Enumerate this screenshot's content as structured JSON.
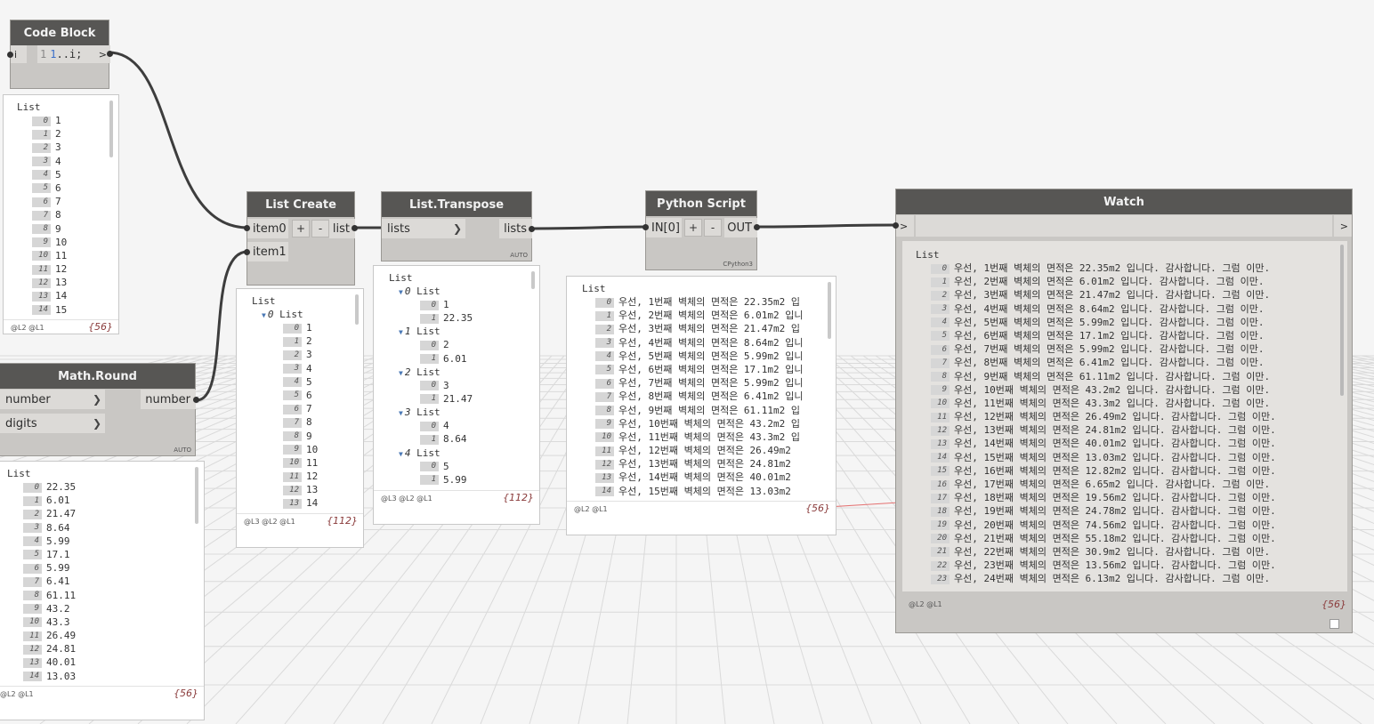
{
  "nodes": {
    "code_block": {
      "title": "Code Block",
      "input": "i",
      "line_no": "1",
      "code_start": "1",
      "code_rest": "..i;",
      "output": ">",
      "preview": {
        "header": "List",
        "rows": [
          "1",
          "2",
          "3",
          "4",
          "5",
          "6",
          "7",
          "8",
          "9",
          "10",
          "11",
          "12",
          "13",
          "14",
          "15"
        ],
        "levels": "@L2 @L1",
        "count": "{56}"
      }
    },
    "math_round": {
      "title": "Math.Round",
      "inputs": [
        "number",
        "digits"
      ],
      "output": "number",
      "lacing": "AUTO",
      "preview": {
        "header": "List",
        "rows": [
          "22.35",
          "6.01",
          "21.47",
          "8.64",
          "5.99",
          "17.1",
          "5.99",
          "6.41",
          "61.11",
          "43.2",
          "43.3",
          "26.49",
          "24.81",
          "40.01",
          "13.03"
        ],
        "levels": "@L2 @L1",
        "count": "{56}"
      }
    },
    "list_create": {
      "title": "List Create",
      "inputs": [
        "item0",
        "item1"
      ],
      "plus": "+",
      "minus": "-",
      "output": "list",
      "preview": {
        "header": "List",
        "sub_header": "List",
        "sub_index": "0",
        "rows": [
          "1",
          "2",
          "3",
          "4",
          "5",
          "6",
          "7",
          "8",
          "9",
          "10",
          "11",
          "12",
          "13",
          "14"
        ],
        "levels": "@L3 @L2 @L1",
        "count": "{112}"
      }
    },
    "list_transpose": {
      "title": "List.Transpose",
      "input": "lists",
      "output": "lists",
      "lacing": "AUTO",
      "preview": {
        "header": "List",
        "groups": [
          {
            "index": "0",
            "label": "List",
            "items": [
              "1",
              "22.35"
            ]
          },
          {
            "index": "1",
            "label": "List",
            "items": [
              "2",
              "6.01"
            ]
          },
          {
            "index": "2",
            "label": "List",
            "items": [
              "3",
              "21.47"
            ]
          },
          {
            "index": "3",
            "label": "List",
            "items": [
              "4",
              "8.64"
            ]
          },
          {
            "index": "4",
            "label": "List",
            "items": [
              "5",
              "5.99"
            ]
          }
        ],
        "levels": "@L3 @L2 @L1",
        "count": "{112}"
      }
    },
    "python_script": {
      "title": "Python Script",
      "input": "IN[0]",
      "plus": "+",
      "minus": "-",
      "output": "OUT",
      "engine": "CPython3",
      "preview": {
        "header": "List",
        "rows": [
          "우선, 1번째 벽체의 면적은 22.35m2 입",
          "우선, 2번째 벽체의 면적은 6.01m2 입니",
          "우선, 3번째 벽체의 면적은 21.47m2 입",
          "우선, 4번째 벽체의 면적은 8.64m2 입니",
          "우선, 5번째 벽체의 면적은 5.99m2 입니",
          "우선, 6번째 벽체의 면적은 17.1m2 입니",
          "우선, 7번째 벽체의 면적은 5.99m2 입니",
          "우선, 8번째 벽체의 면적은 6.41m2 입니",
          "우선, 9번째 벽체의 면적은 61.11m2 입",
          "우선, 10번째 벽체의 면적은 43.2m2 입",
          "우선, 11번째 벽체의 면적은 43.3m2 입",
          "우선, 12번째 벽체의 면적은 26.49m2",
          "우선, 13번째 벽체의 면적은 24.81m2",
          "우선, 14번째 벽체의 면적은 40.01m2",
          "우선, 15번째 벽체의 면적은 13.03m2"
        ],
        "levels": "@L2 @L1",
        "count": "{56}"
      }
    },
    "watch": {
      "title": "Watch",
      "input": ">",
      "output": ">",
      "header": "List",
      "rows": [
        "우선, 1번째 벽체의 면적은 22.35m2 입니다. 감사합니다. 그럼 이만.",
        "우선, 2번째 벽체의 면적은 6.01m2 입니다. 감사합니다. 그럼 이만.",
        "우선, 3번째 벽체의 면적은 21.47m2 입니다. 감사합니다. 그럼 이만.",
        "우선, 4번째 벽체의 면적은 8.64m2 입니다. 감사합니다. 그럼 이만.",
        "우선, 5번째 벽체의 면적은 5.99m2 입니다. 감사합니다. 그럼 이만.",
        "우선, 6번째 벽체의 면적은 17.1m2 입니다. 감사합니다. 그럼 이만.",
        "우선, 7번째 벽체의 면적은 5.99m2 입니다. 감사합니다. 그럼 이만.",
        "우선, 8번째 벽체의 면적은 6.41m2 입니다. 감사합니다. 그럼 이만.",
        "우선, 9번째 벽체의 면적은 61.11m2 입니다. 감사합니다. 그럼 이만.",
        "우선, 10번째 벽체의 면적은 43.2m2 입니다. 감사합니다. 그럼 이만.",
        "우선, 11번째 벽체의 면적은 43.3m2 입니다. 감사합니다. 그럼 이만.",
        "우선, 12번째 벽체의 면적은 26.49m2 입니다. 감사합니다. 그럼 이만.",
        "우선, 13번째 벽체의 면적은 24.81m2 입니다. 감사합니다. 그럼 이만.",
        "우선, 14번째 벽체의 면적은 40.01m2 입니다. 감사합니다. 그럼 이만.",
        "우선, 15번째 벽체의 면적은 13.03m2 입니다. 감사합니다. 그럼 이만.",
        "우선, 16번째 벽체의 면적은 12.82m2 입니다. 감사합니다. 그럼 이만.",
        "우선, 17번째 벽체의 면적은 6.65m2 입니다. 감사합니다. 그럼 이만.",
        "우선, 18번째 벽체의 면적은 19.56m2 입니다. 감사합니다. 그럼 이만.",
        "우선, 19번째 벽체의 면적은 24.78m2 입니다. 감사합니다. 그럼 이만.",
        "우선, 20번째 벽체의 면적은 74.56m2 입니다. 감사합니다. 그럼 이만.",
        "우선, 21번째 벽체의 면적은 55.18m2 입니다. 감사합니다. 그럼 이만.",
        "우선, 22번째 벽체의 면적은 30.9m2 입니다. 감사합니다. 그럼 이만.",
        "우선, 23번째 벽체의 면적은 13.56m2 입니다. 감사합니다. 그럼 이만.",
        "우선, 24번째 벽체의 면적은 6.13m2 입니다. 감사합니다. 그럼 이만."
      ],
      "levels": "@L2 @L1",
      "count": "{56}"
    }
  }
}
